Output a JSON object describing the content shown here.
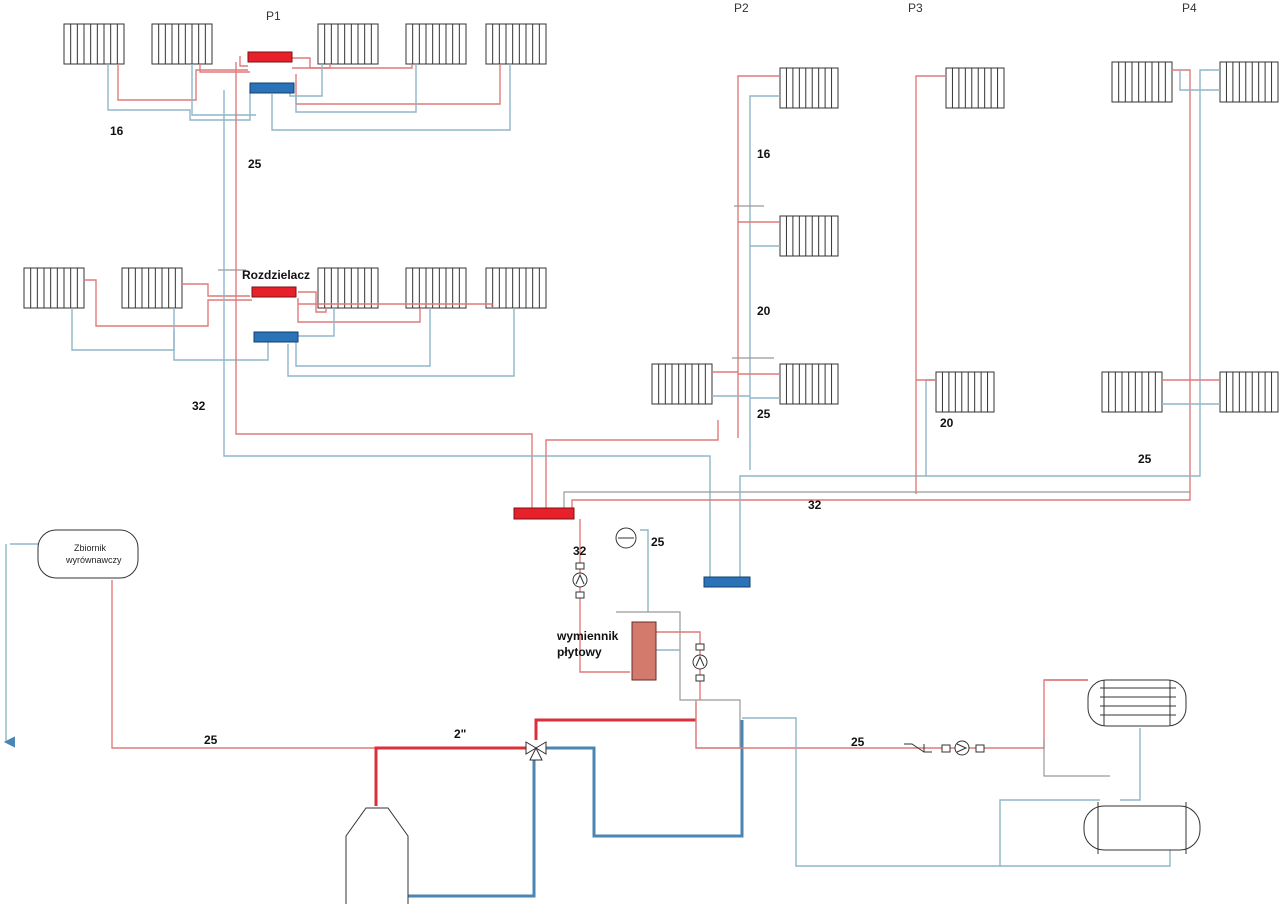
{
  "floors": {
    "p1": "P1",
    "p2": "P2",
    "p3": "P3",
    "p4": "P4"
  },
  "manifold_label": "Rozdzielacz",
  "exchanger_label_1": "wymiennik",
  "exchanger_label_2": "płytowy",
  "tank_label_1": "Zbiornik",
  "tank_label_2": "wyrównawczy",
  "pipe_sizes": {
    "p1_branch": "16",
    "p1_riser": "25",
    "ground_main": "32",
    "p2_upper": "16",
    "p2_mid": "20",
    "p2_lower": "25",
    "p3_branch": "20",
    "p4_main": "25",
    "horizontal_main": "32",
    "supply_from_manifold": "32",
    "expansion": "25",
    "tank_line": "25",
    "boiler_line": "2\"",
    "collector_line": "25"
  },
  "colors": {
    "supply": "#e07a7a",
    "return": "#8fb6c9",
    "supply_thick": "#d9303a",
    "return_thick": "#4a86b4",
    "manifold_red": "#e8202a",
    "manifold_blue": "#2a73b8",
    "exchanger_fill": "#d47a6c"
  }
}
